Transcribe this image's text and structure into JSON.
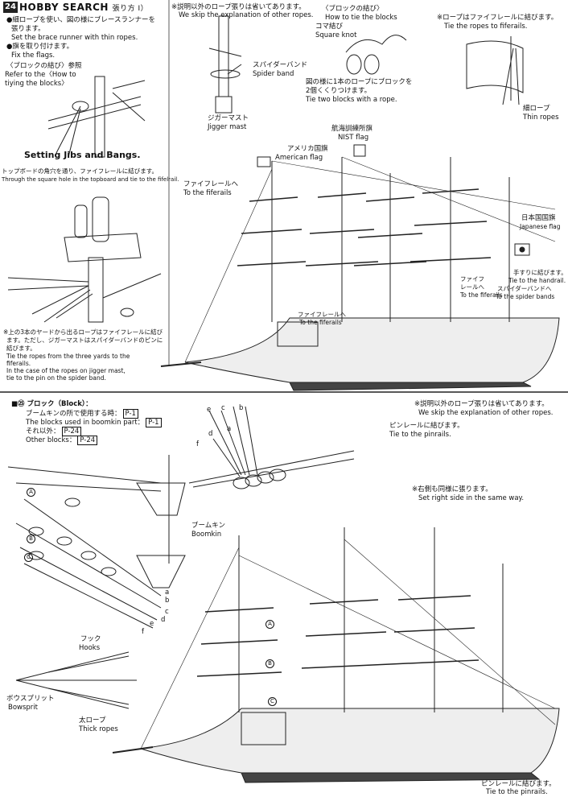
{
  "header": {
    "badge": "24",
    "brand": "HOBBY SEARCH",
    "title_suffix": "張り方 I）"
  },
  "left_top": {
    "line1_ja": "●細ロープを使い、図の様にブレースランナーを",
    "line1b_ja": "張ります。",
    "line1_en": "Set the brace runner with thin ropes.",
    "line2_ja": "●旗を取り付けます。",
    "line2_en": "Fix the flags.",
    "ref_ja": "〈ブロックの結び〉参照",
    "ref_en1": "Refer to the〈How to",
    "ref_en2": "tiying the blocks〉",
    "section_title1": "Setting Jibs and Bangs.",
    "topboard_ja": "トップボードの角穴を通り、ファイフレールに結びます。",
    "topboard_en": "Through the square hole in the topboard and tie to the fifelrail.",
    "three_yards_ja1": "※上の3本のヤードから出るロープはファイフレールに結び",
    "three_yards_ja2": "ます。ただし、ジガーマストはスパイダーバンドのピンに",
    "three_yards_ja3": "結びます。",
    "three_yards_en1": "Tie the ropes from the three yards to the",
    "three_yards_en2": "fiferails.",
    "three_yards_en3": "In the case of  the ropes on jigger mast,",
    "three_yards_en4": "tie to the pin on the spider band."
  },
  "mast_detail": {
    "skip_ja": "※説明以外のロープ張りは省いてあります。",
    "skip_en": "We skip the explanation of other ropes.",
    "spider_ja": "スパイダーバンド",
    "spider_en": "Spider band",
    "jigger_ja": "ジガーマスト",
    "jigger_en": "Jigger mast"
  },
  "block_tie": {
    "title_ja": "〈ブロックの結び〉",
    "title_en": "How to tie the blocks",
    "knot_ja": "コマ結び",
    "knot_en": "Square knot",
    "desc_ja1": "図の様に1本のロープにブロックを",
    "desc_ja2": "2個くくりつけます。",
    "desc_en": "Tie two blocks with a rope."
  },
  "fife": {
    "ja": "※ロープはファイフレールに結びます。",
    "en": "Tie the ropes to fiferails.",
    "thin_ja": "細ロープ",
    "thin_en": "Thin ropes"
  },
  "ship_top": {
    "nist_ja": "航海訓練所旗",
    "nist_en": "NIST flag",
    "us_ja": "アメリカ国旗",
    "us_en": "American flag",
    "fife1_ja": "ファイフレールへ",
    "fife1_en": "To the fiferails",
    "jp_ja": "日本国国旗",
    "jp_en": "Japanese flag",
    "handrail_ja": "手すりに結びます。",
    "handrail_en": "Tie to the handrail.",
    "spiderbands_ja": "スパイダーバンドへ",
    "spiderbands_en": "To the spider bands",
    "fife2_ja1": "ファイフ",
    "fife2_ja2": "レールへ",
    "fife2_en": "To the fiferails",
    "fife3_ja": "ファイフレールへ",
    "fife3_en": "To the fiferails"
  },
  "block_box": {
    "title": "■㉕ ブロック（Block）：",
    "l1_ja": "ブームキンの所で使用する時：",
    "l1_val": "P-1",
    "l2_en": "The blocks used in boomkin part：",
    "l2_val": "P-1",
    "l3_ja": "それ以外：",
    "l3_val": "P-24",
    "l4_en": "Other blocks：",
    "l4_val": "P-24"
  },
  "bottom": {
    "skip_ja": "※説明以外のロープ張りは省いてあります。",
    "skip_en": "We skip the explanation of other ropes.",
    "pin_ja": "ピンレールに結びます。",
    "pin_en": "Tie to the pinrails.",
    "right_ja": "※右側も同様に張ります。",
    "right_en": "Set right side in the same way.",
    "boomkin_ja": "ブームキン",
    "boomkin_en": "Boomkin",
    "hooks_ja": "フック",
    "hooks_en": "Hooks",
    "bowsprit_ja": "ボウスプリット",
    "bowsprit_en": "Bowsprit",
    "thick_ja": "太ロープ",
    "thick_en": "Thick ropes",
    "pin2_ja": "ピンレールに結びます。",
    "pin2_en": "Tie to the pinrails.",
    "labels_abc": [
      "A",
      "B",
      "C"
    ],
    "labels_lower": [
      "a",
      "b",
      "c",
      "d",
      "e",
      "f"
    ]
  }
}
